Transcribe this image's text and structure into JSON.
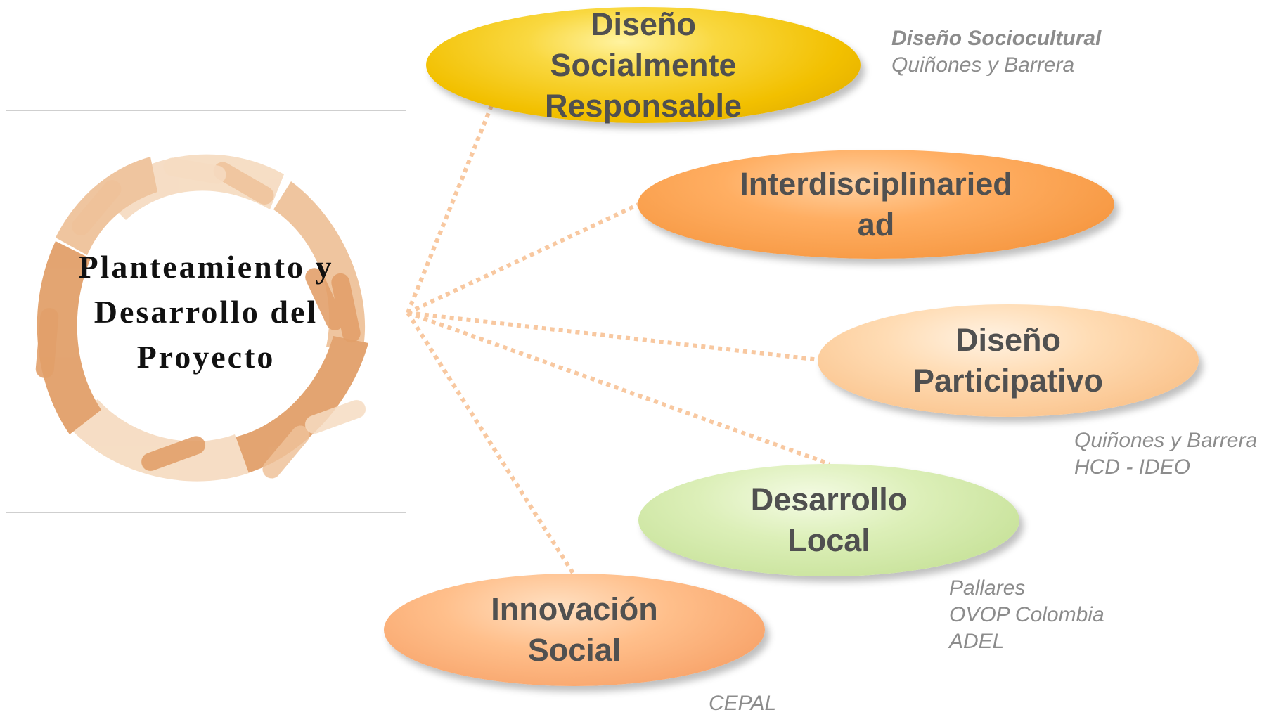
{
  "center": {
    "title_lines": [
      "Planteamiento y",
      "Desarrollo del",
      "Proyecto"
    ],
    "image": "circle-of-hands"
  },
  "nodes": [
    {
      "lines": [
        "Diseño",
        "Socialmente",
        "Responsable"
      ],
      "color": "#f2c000"
    },
    {
      "lines": [
        "Interdisciplinaried",
        "ad"
      ],
      "color": "#f79a45"
    },
    {
      "lines": [
        "Diseño",
        "Participativo"
      ],
      "color": "#fac48e"
    },
    {
      "lines": [
        "Desarrollo",
        "Local"
      ],
      "color": "#c9e39c"
    },
    {
      "lines": [
        "Innovación",
        "Social"
      ],
      "color": "#f8a56c"
    }
  ],
  "references": [
    {
      "lines": [
        "Diseño Sociocultural",
        "Quiñones y Barrera"
      ]
    },
    {
      "lines": [
        "Quiñones y Barrera",
        "HCD - IDEO"
      ]
    },
    {
      "lines": [
        "Pallares",
        "OVOP Colombia",
        "ADEL"
      ]
    },
    {
      "lines": [
        "CEPAL"
      ]
    }
  ],
  "colors": {
    "connector": "#f8c8a0",
    "hands": [
      "#e2a06a",
      "#efc29a",
      "#f6dcc2"
    ],
    "reference_text": "#8c8c8c",
    "node_text": "#505050"
  }
}
